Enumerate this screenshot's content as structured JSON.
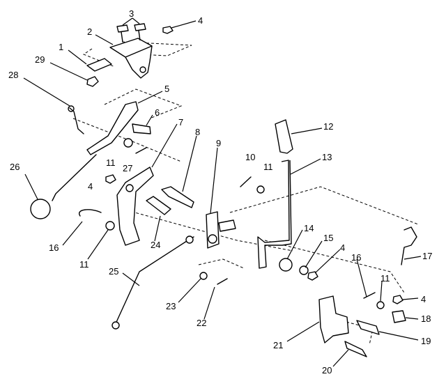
{
  "callouts": {
    "c1": "1",
    "c2": "2",
    "c3": "3",
    "c4a": "4",
    "c4b": "4",
    "c4c": "4",
    "c4d": "4",
    "c5": "5",
    "c6": "6",
    "c7": "7",
    "c8": "8",
    "c9": "9",
    "c10": "10",
    "c11a": "11",
    "c11b": "11",
    "c11c": "11",
    "c11d": "11",
    "c12": "12",
    "c13": "13",
    "c14": "14",
    "c15": "15",
    "c16a": "16",
    "c16b": "16",
    "c17": "17",
    "c18": "18",
    "c19": "19",
    "c20": "20",
    "c21": "21",
    "c22": "22",
    "c23": "23",
    "c24": "24",
    "c25": "25",
    "c26": "26",
    "c27": "27",
    "c28": "28",
    "c29": "29"
  }
}
